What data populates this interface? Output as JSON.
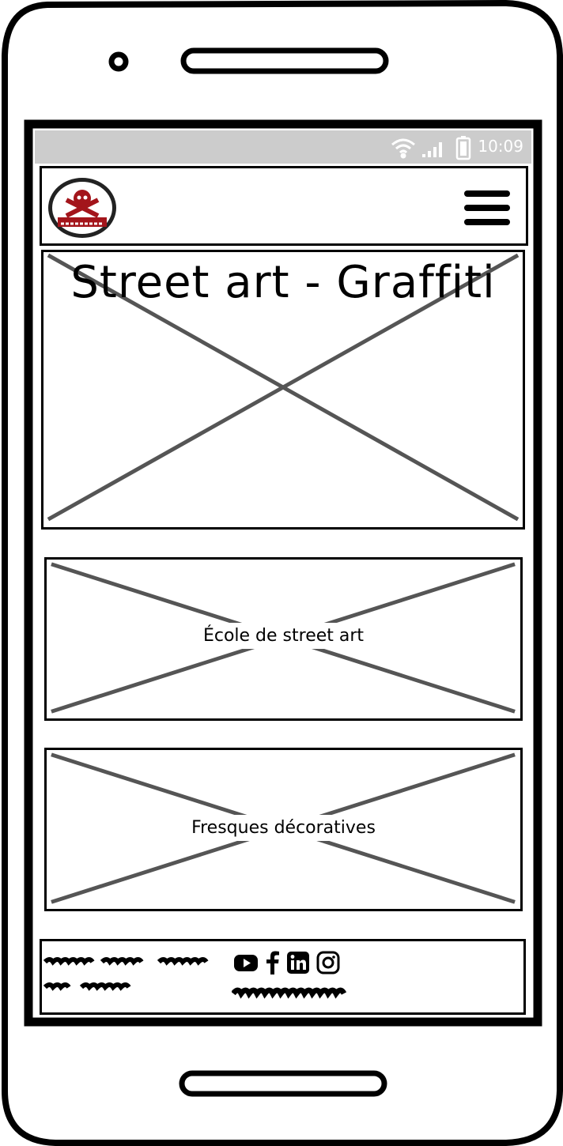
{
  "status_bar": {
    "time": "10:09"
  },
  "header": {
    "logo_alt": "logo",
    "menu_icon": "hamburger-icon"
  },
  "hero": {
    "title": "Street art - Graffiti"
  },
  "cards": [
    {
      "label": "École de street art"
    },
    {
      "label": "Fresques décoratives"
    }
  ],
  "footer": {
    "social_icons": [
      "youtube-icon",
      "facebook-icon",
      "linkedin-icon",
      "instagram-icon"
    ]
  },
  "colors": {
    "status_bar_bg": "#cccccc",
    "placeholder_cross": "#555555",
    "logo_red": "#a3151b"
  }
}
